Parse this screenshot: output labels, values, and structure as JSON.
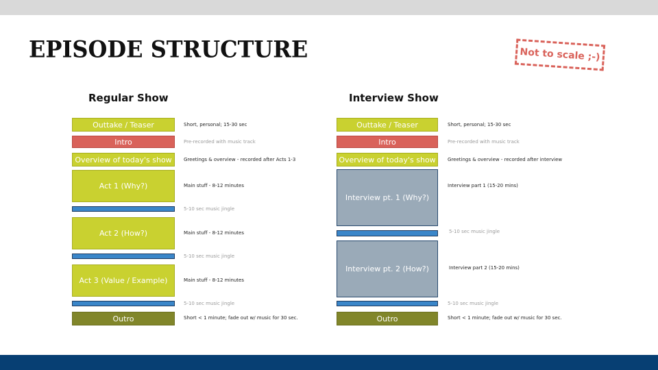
{
  "title": "EPISODE STRUCTURE",
  "stamp": "Not to scale ;-)",
  "colors": {
    "lime": "#c9d130",
    "red": "#d9625a",
    "olive": "#81862a",
    "blue": "#3a86c9",
    "grey": "#9aaab8",
    "footer": "#073f73"
  },
  "regular": {
    "heading": "Regular Show",
    "segments": [
      {
        "label": "Outtake / Teaser",
        "note": "Short, personal; 15-30 sec"
      },
      {
        "label": "Intro",
        "note": "Pre-recorded with music track"
      },
      {
        "label": "Overview of today's show",
        "note": "Greetings & overview - recorded after Acts 1-3"
      },
      {
        "label": "Act 1 (Why?)",
        "note": "Main stuff - 8-12 minutes"
      },
      {
        "label": "",
        "note": "5-10 sec music jingle"
      },
      {
        "label": "Act 2 (How?)",
        "note": "Main stuff - 8-12 minutes"
      },
      {
        "label": "",
        "note": "5-10 sec music jingle"
      },
      {
        "label": "Act 3 (Value / Example)",
        "note": "Main stuff - 8-12 minutes"
      },
      {
        "label": "",
        "note": "5-10 sec music jingle"
      },
      {
        "label": "Outro",
        "note": "Short < 1 minute; fade out w/ music for 30 sec."
      }
    ]
  },
  "interview": {
    "heading": "Interview Show",
    "segments": [
      {
        "label": "Outtake / Teaser",
        "note": "Short, personal; 15-30 sec"
      },
      {
        "label": "Intro",
        "note": "Pre-recorded with music track"
      },
      {
        "label": "Overview of today's show",
        "note": "Greetings & overview - recorded after interview"
      },
      {
        "label": "Interview pt. 1 (Why?)",
        "note": "Interview part 1 (15-20 mins)"
      },
      {
        "label": "",
        "note": "5-10 sec music jingle"
      },
      {
        "label": "Interview pt. 2 (How?)",
        "note": "Interview part 2 (15-20 mins)"
      },
      {
        "label": "",
        "note": "5-10 sec music jingle"
      },
      {
        "label": "Outro",
        "note": "Short < 1 minute; fade out w/ music for 30 sec."
      }
    ]
  }
}
